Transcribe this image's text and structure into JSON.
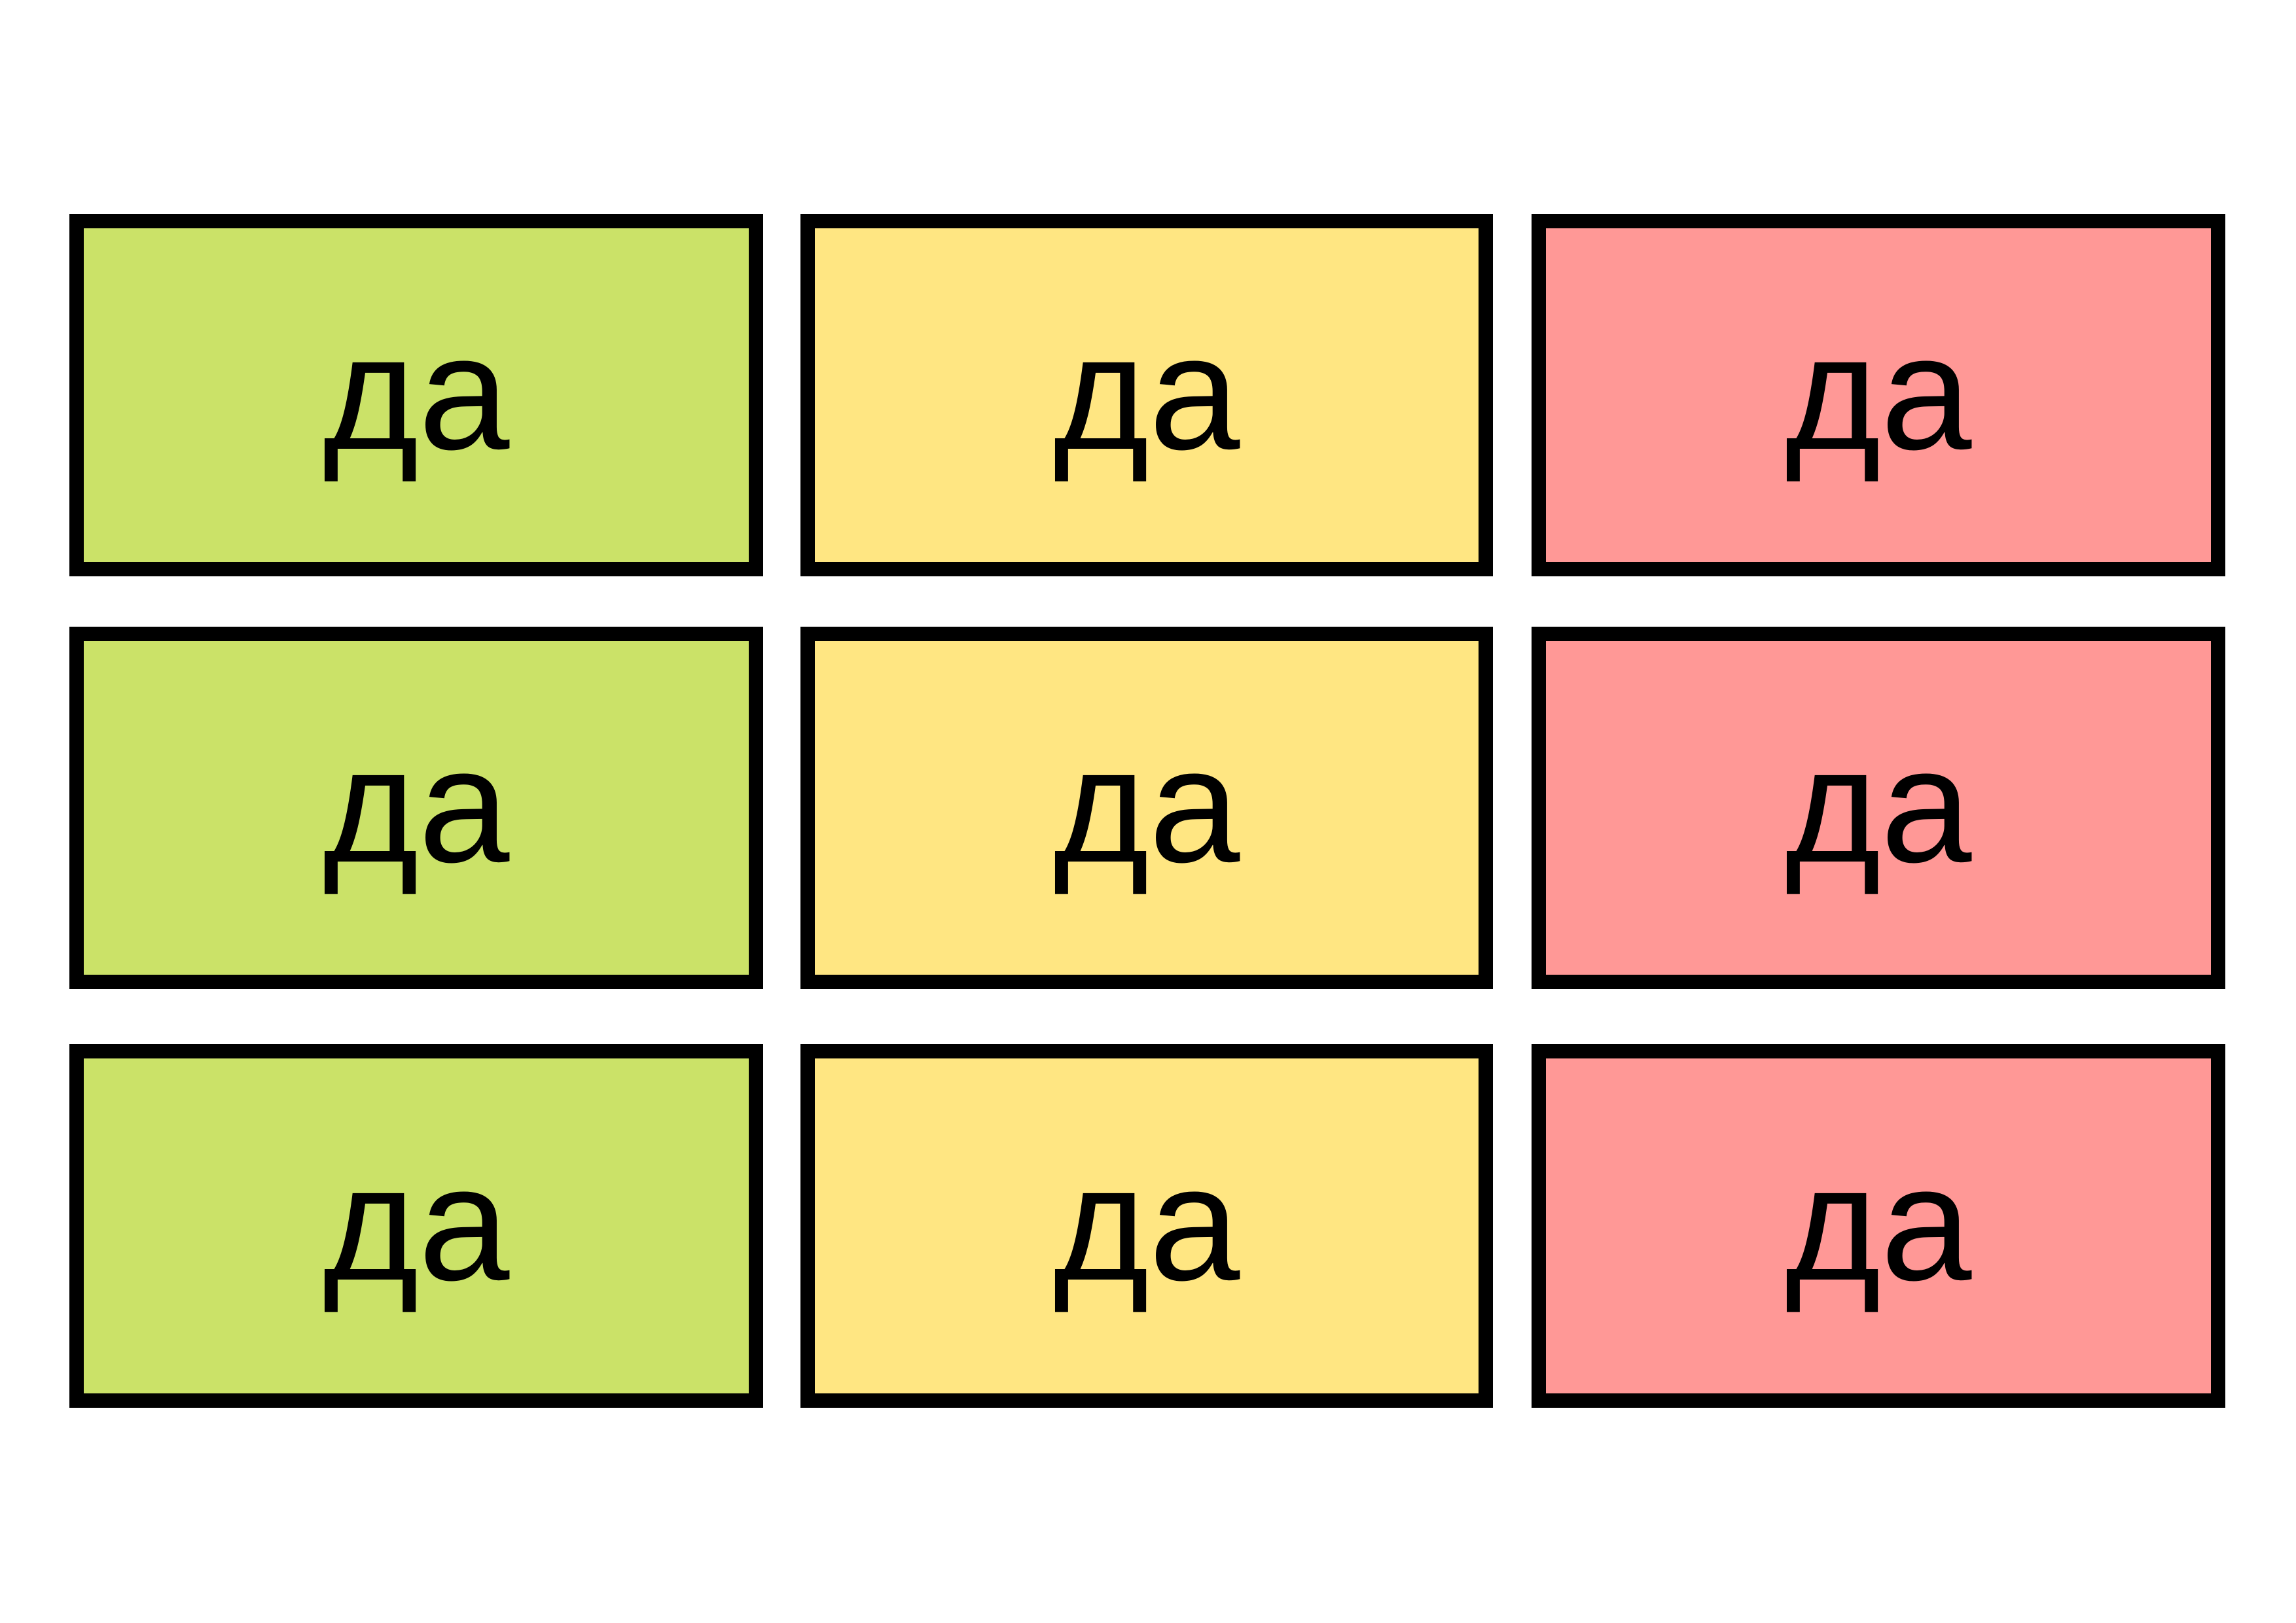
{
  "colors": {
    "green": "#cbe268",
    "yellow": "#ffe682",
    "red": "#ff9896",
    "border": "#000000"
  },
  "cards": [
    [
      {
        "text": "да",
        "color": "green"
      },
      {
        "text": "да",
        "color": "yellow"
      },
      {
        "text": "да",
        "color": "red"
      }
    ],
    [
      {
        "text": "да",
        "color": "green"
      },
      {
        "text": "да",
        "color": "yellow"
      },
      {
        "text": "да",
        "color": "red"
      }
    ],
    [
      {
        "text": "да",
        "color": "green"
      },
      {
        "text": "да",
        "color": "yellow"
      },
      {
        "text": "да",
        "color": "red"
      }
    ]
  ]
}
